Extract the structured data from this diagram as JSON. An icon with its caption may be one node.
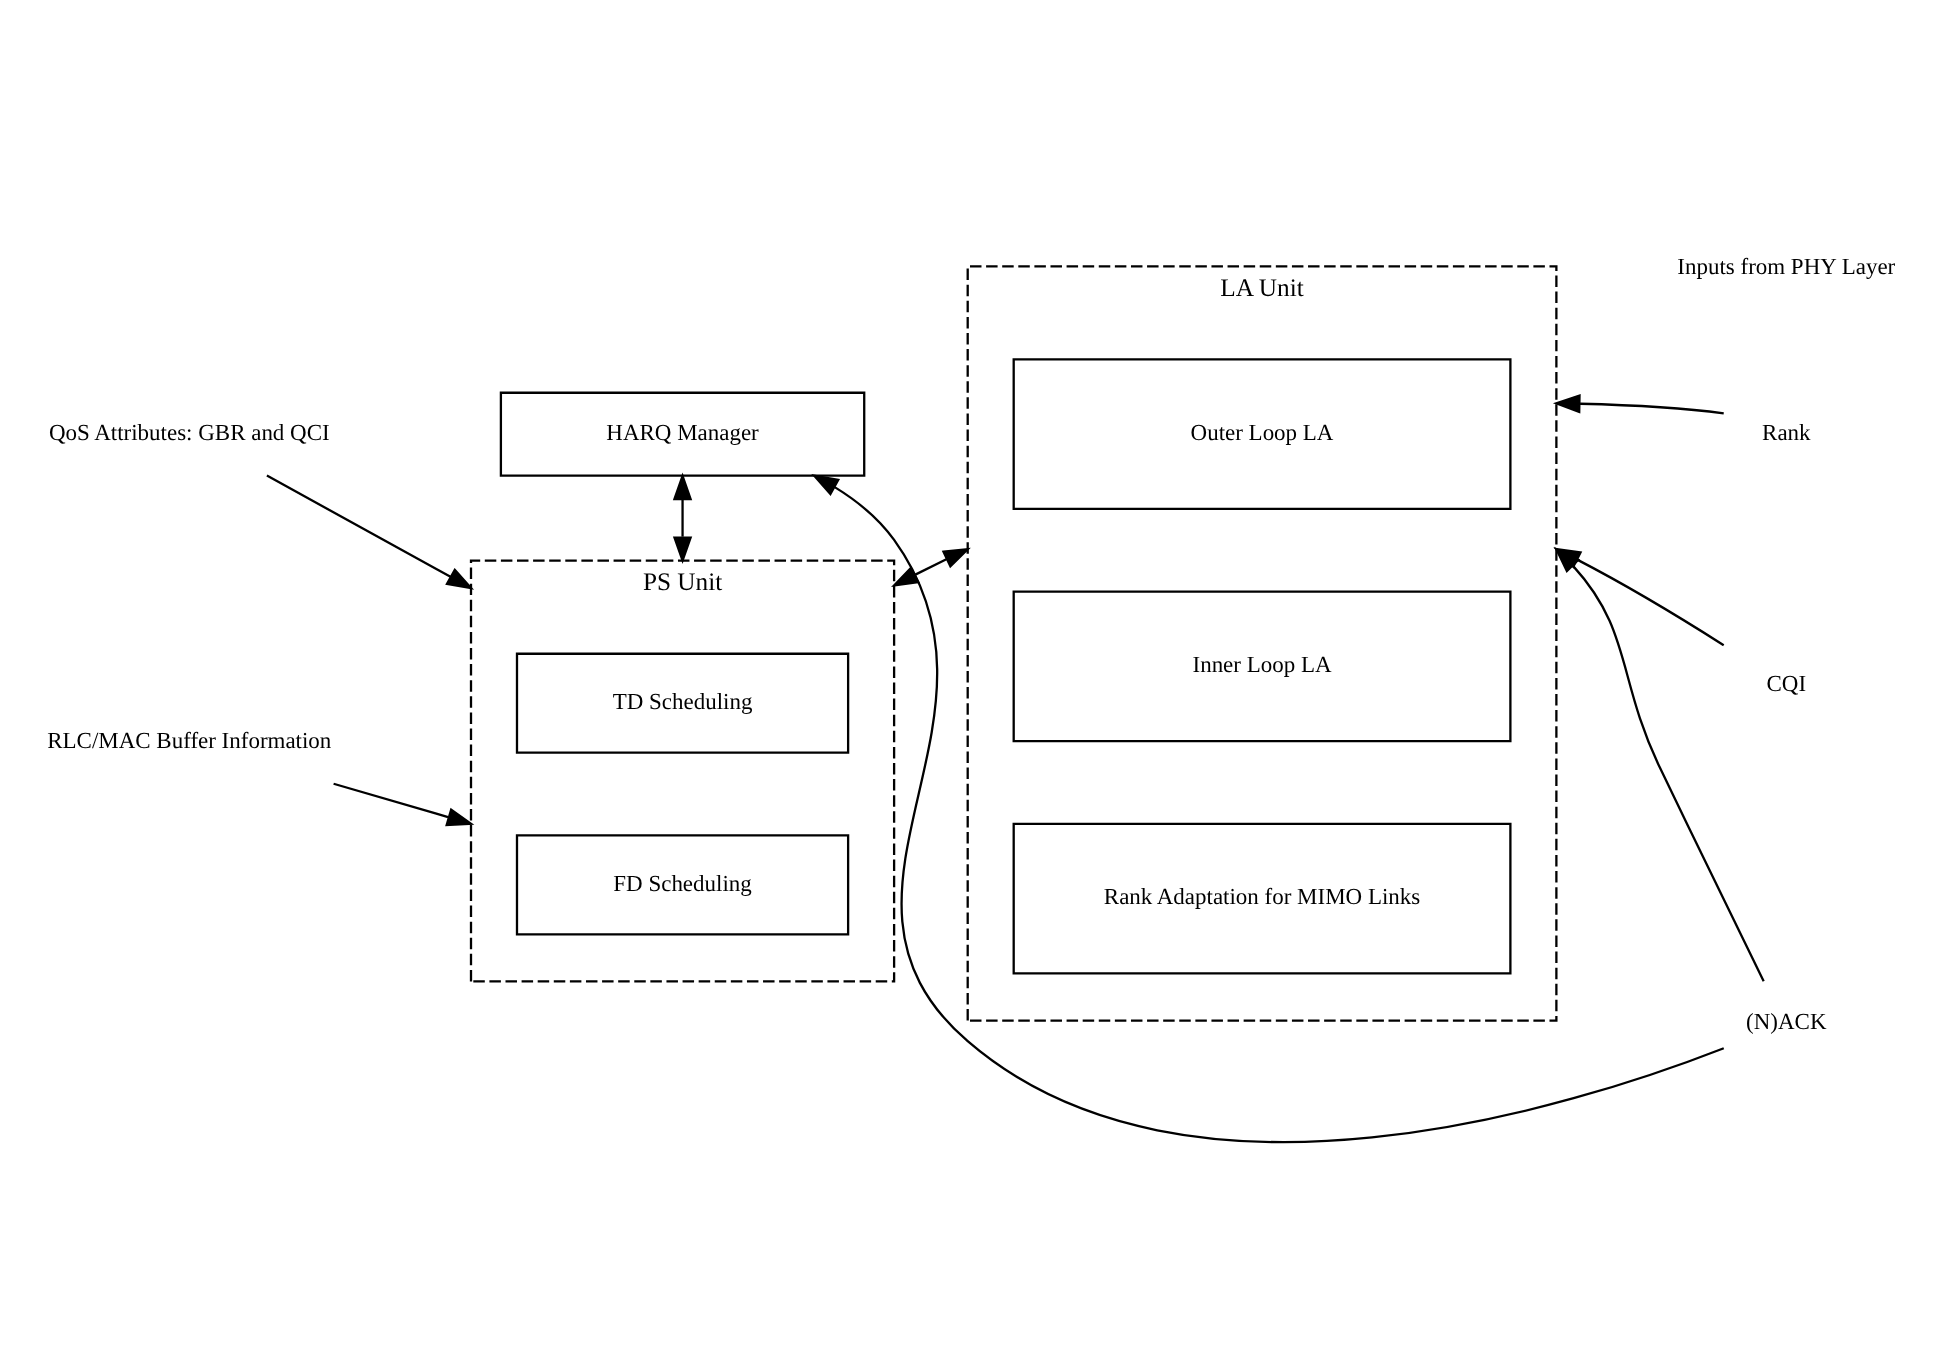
{
  "diagram": {
    "nodes": [
      {
        "text": [
          "HARQ Manager"
        ]
      },
      {
        "text": [
          "PS Unit"
        ]
      },
      {
        "text": [
          "TD Scheduling"
        ],
        "in": 1
      },
      {
        "text": [
          "FD Scheduling"
        ],
        "in": 1
      },
      {
        "text": [
          "LA Unit"
        ]
      },
      {
        "text": [
          "Outer Loop LA"
        ],
        "in": 4
      },
      {
        "text": [
          "Inner Loop LA"
        ],
        "in": 4
      },
      {
        "text": [
          "Rank Adaptation for MIMO Links"
        ],
        "in": 4
      },
      {
        "text": [
          "QoS Attributes: GBR and QCI"
        ]
      },
      {
        "text": [
          "RLC/MAC Buffer Information"
        ]
      },
      {
        "text": [
          "Rank"
        ]
      },
      {
        "text": [
          "CQI"
        ]
      },
      {
        "text": [
          "(N)ACK"
        ]
      }
    ],
    "edges": [
      {
        "from": 0,
        "to": 1,
        "arrow": "both"
      },
      {
        "from": 8,
        "to": 1,
        "arrow": "to"
      },
      {
        "from": 9,
        "to": 1,
        "arrow": "to"
      },
      {
        "from": 1,
        "to": 4,
        "arrow": "both"
      },
      {
        "from": 10,
        "to": 4,
        "arrow": "to"
      },
      {
        "from": 11,
        "to": 4,
        "arrow": "to"
      },
      {
        "from": 12,
        "to": 4,
        "arrow": "to"
      },
      {
        "from": 12,
        "to": 0,
        "arrow": "to"
      }
    ],
    "labels": [
      "Inputs from PHY Layer"
    ]
  }
}
